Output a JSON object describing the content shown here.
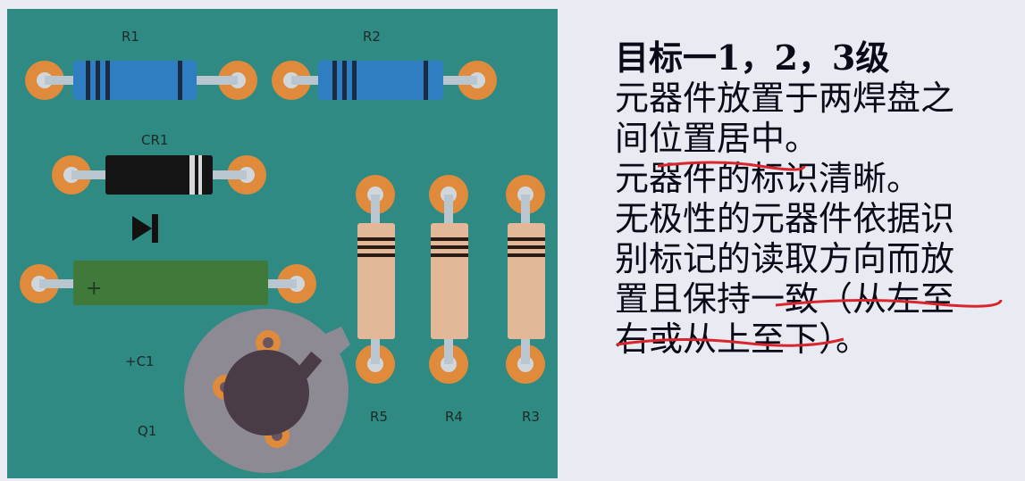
{
  "pcb": {
    "labels": {
      "r1": "R1",
      "r2": "R2",
      "cr1": "CR1",
      "plus": "+",
      "c1": "+C1",
      "q1": "Q1",
      "r5": "R5",
      "r4": "R4",
      "r3": "R3"
    }
  },
  "text": {
    "heading": "目标一1，2，3级",
    "lines": [
      "元器件放置于两焊盘之",
      "间位置居中。",
      "元器件的标识清晰。",
      "无极性的元器件依据识",
      "别标记的读取方向而放",
      "置且保持一致（从左至",
      "右或从上至下）。"
    ]
  },
  "colors": {
    "background": "#e8ebf1",
    "board": "#2e8a82",
    "pad": "#e08a3c",
    "resistor_blue": "#2f7ec2",
    "resistor_tan": "#e3b898",
    "capacitor_green": "#3f7a3a",
    "annotation_red": "#d8262c"
  }
}
